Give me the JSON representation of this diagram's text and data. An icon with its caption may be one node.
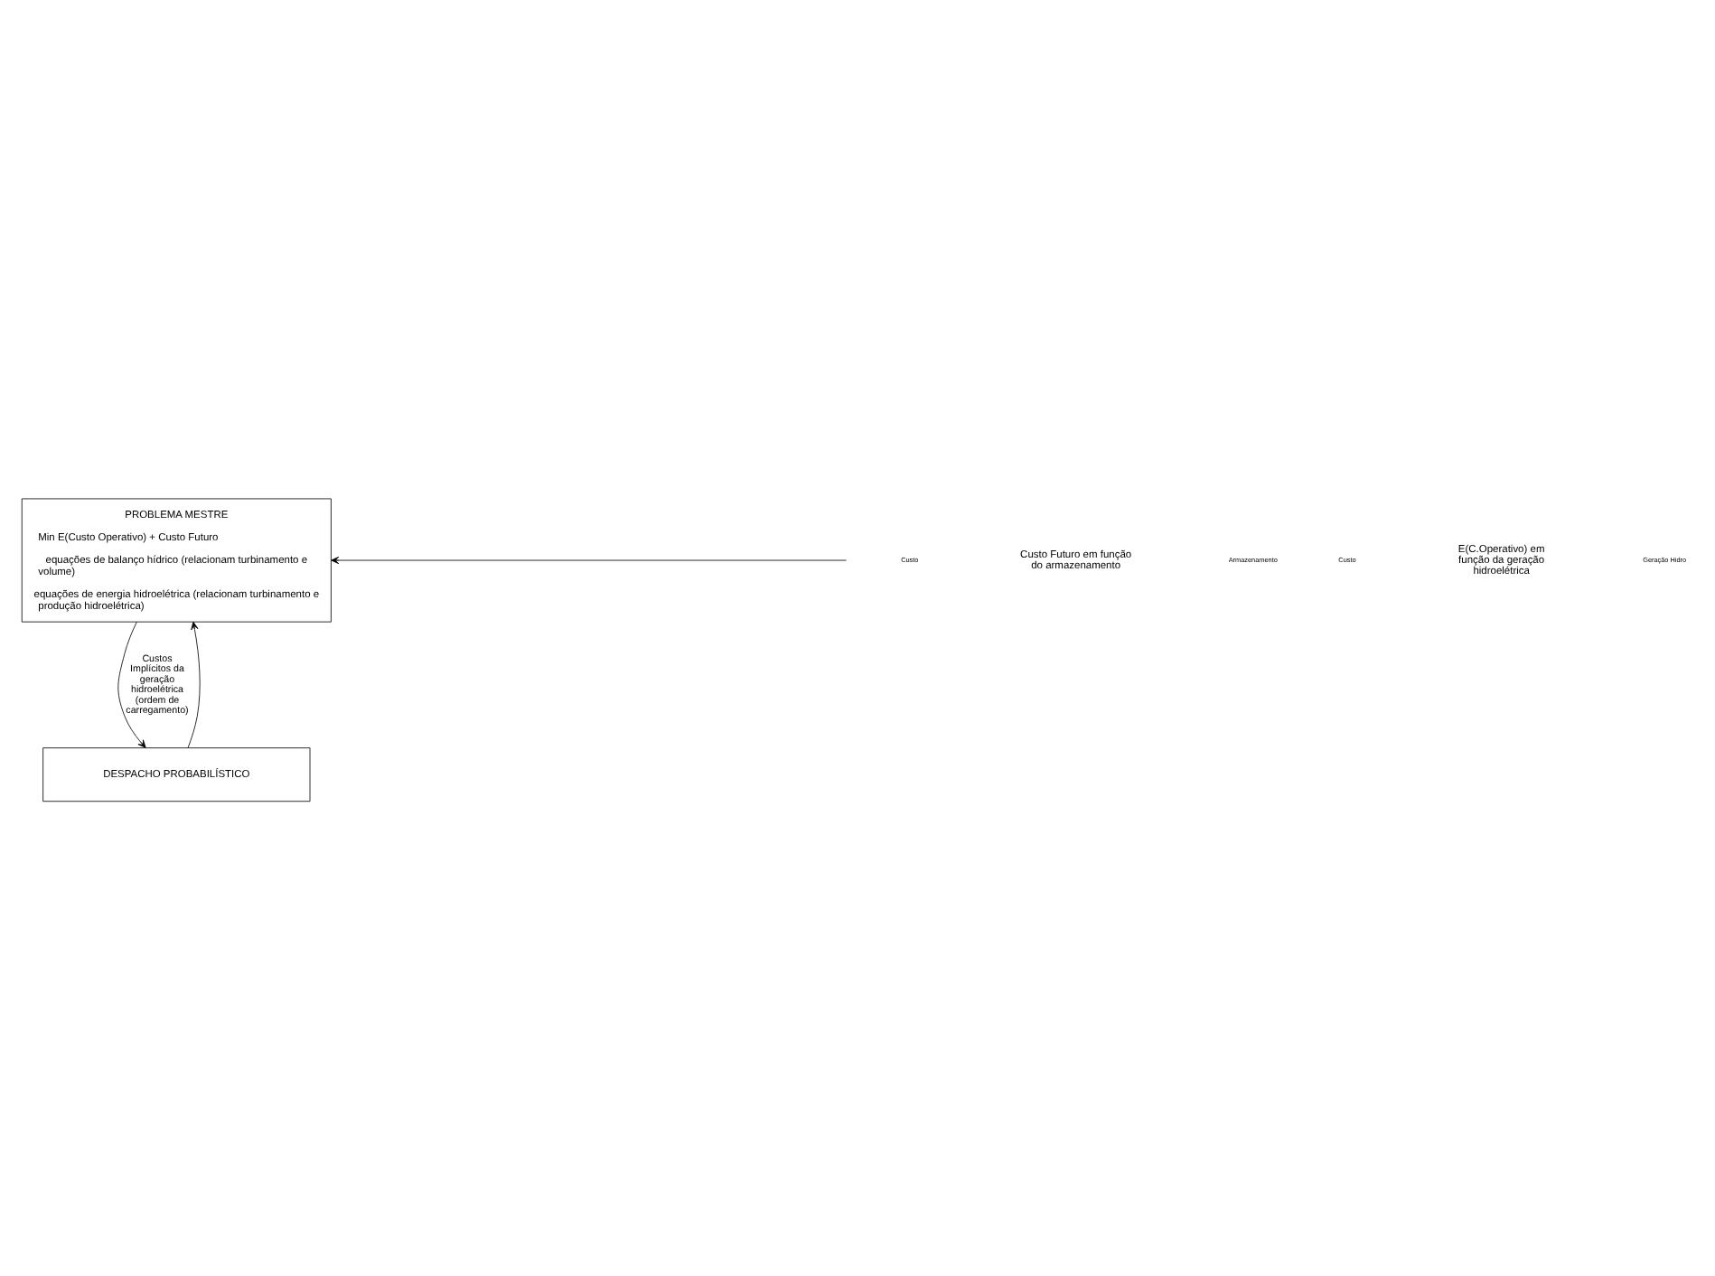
{
  "diagram": {
    "nodes": [
      {
        "text": [
          "PROBLEMA MESTRE",
          "Min E(Custo Operativo) + Custo Futuro",
          "equações de balanço hídrico (relacionam turbinamento e volume)",
          "equações de energia hidroelétrica (relacionam turbinamento e produção hidroelétrica)"
        ]
      },
      {
        "text": [
          "DESPACHO PROBABILÍSTICO"
        ]
      }
    ],
    "edges": [
      {
        "from": 0,
        "to": 1,
        "arrow": "to",
        "label": "Custos Implícitos da geração hidroelétrica (ordem de carregamento)"
      },
      {
        "from": 1,
        "to": 0,
        "arrow": "to"
      },
      {
        "from": null,
        "to": 0,
        "arrow": "to"
      }
    ],
    "labels": [
      "Custo",
      "Custo Futuro em função do armazenamento",
      "Armazenamento",
      "Custo",
      "E(C.Operativo) em função da geração hidroelétrica",
      "Geração Hidro"
    ]
  }
}
